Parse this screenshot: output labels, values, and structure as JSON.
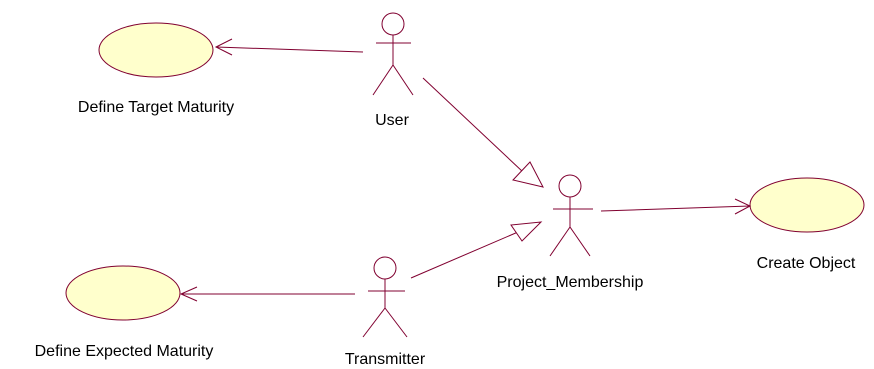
{
  "colors": {
    "line": "#800030",
    "usecase_fill": "#FFFFCC",
    "text": "#000000"
  },
  "actors": {
    "user": {
      "label": "User"
    },
    "transmitter": {
      "label": "Transmitter"
    },
    "project_membership": {
      "label": "Project_Membership"
    }
  },
  "use_cases": {
    "define_target_maturity": {
      "label": "Define Target Maturity"
    },
    "define_expected_maturity": {
      "label": "Define Expected Maturity"
    },
    "create_object": {
      "label": "Create Object"
    }
  },
  "relationships": [
    {
      "from": "User",
      "to": "Define Target Maturity",
      "kind": "association"
    },
    {
      "from": "Transmitter",
      "to": "Define Expected Maturity",
      "kind": "association"
    },
    {
      "from": "Project_Membership",
      "to": "Create Object",
      "kind": "association"
    },
    {
      "from": "User",
      "to": "Project_Membership",
      "kind": "generalization"
    },
    {
      "from": "Transmitter",
      "to": "Project_Membership",
      "kind": "generalization"
    }
  ]
}
